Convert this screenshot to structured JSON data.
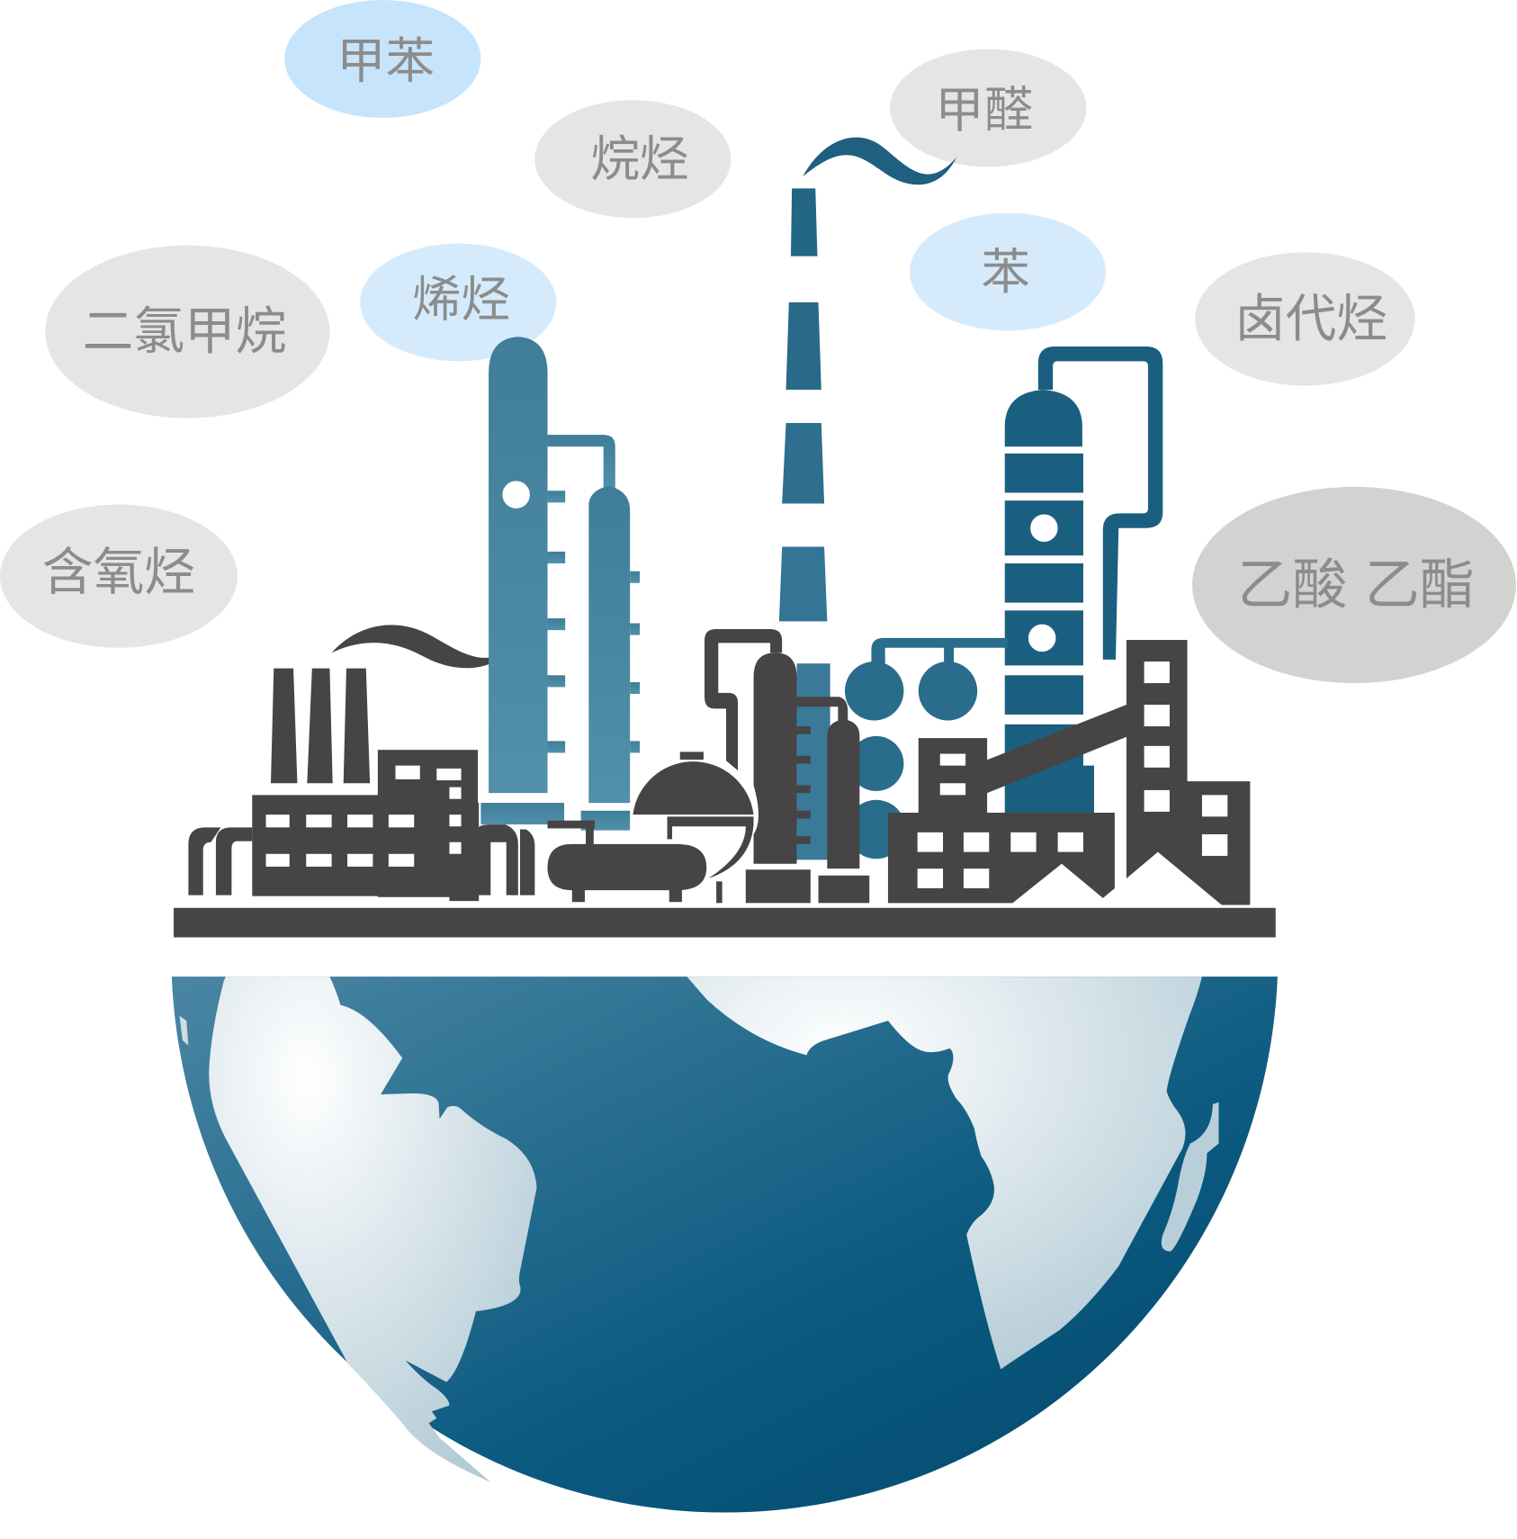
{
  "bubbles": [
    {
      "label": "甲苯",
      "color": "#c6e4fb"
    },
    {
      "label": "烷烃",
      "color": "#e6e5e6"
    },
    {
      "label": "甲醛",
      "color": "#e6e5e6"
    },
    {
      "label": "二氯甲烷",
      "color": "#e6e5e6"
    },
    {
      "label": "烯烃",
      "color": "#d5ebfb"
    },
    {
      "label": "苯",
      "color": "#d5ebfb"
    },
    {
      "label": "卤代烃",
      "color": "#e6e5e6"
    },
    {
      "label": "含氧烃",
      "color": "#e6e5e6"
    },
    {
      "label": "乙酸 乙酯",
      "color": "#d3d2d0"
    }
  ],
  "colors": {
    "factory": "#464444",
    "tower": "#2f6f8f",
    "globe_dark": "#02476b",
    "globe_light": "#4a86a3",
    "text": "#8c8c8c"
  }
}
